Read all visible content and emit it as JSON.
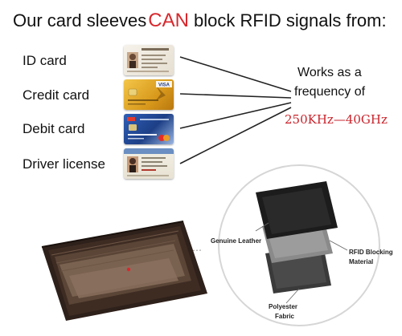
{
  "headline": {
    "prefix": "Our card sleeves",
    "accent": "CAN",
    "suffix": "block RFID signals from:",
    "accent_color": "#d8282d"
  },
  "cards": [
    {
      "label": "ID card",
      "kind": "id-card-icon"
    },
    {
      "label": "Credit card",
      "kind": "credit-card-icon",
      "brand": "VISA"
    },
    {
      "label": "Debit card",
      "kind": "debit-card-icon"
    },
    {
      "label": "Driver license",
      "kind": "driver-license-icon"
    }
  ],
  "frequency": {
    "line1": "Works as a",
    "line2": "frequency of",
    "range": "250KHz—40GHz",
    "range_color": "#c8232b"
  },
  "layers": {
    "top": "Genuine Leather",
    "middle_line1": "RFID Blocking",
    "middle_line2": "Material",
    "bottom_line1": "Polyester",
    "bottom_line2": "Fabric"
  }
}
